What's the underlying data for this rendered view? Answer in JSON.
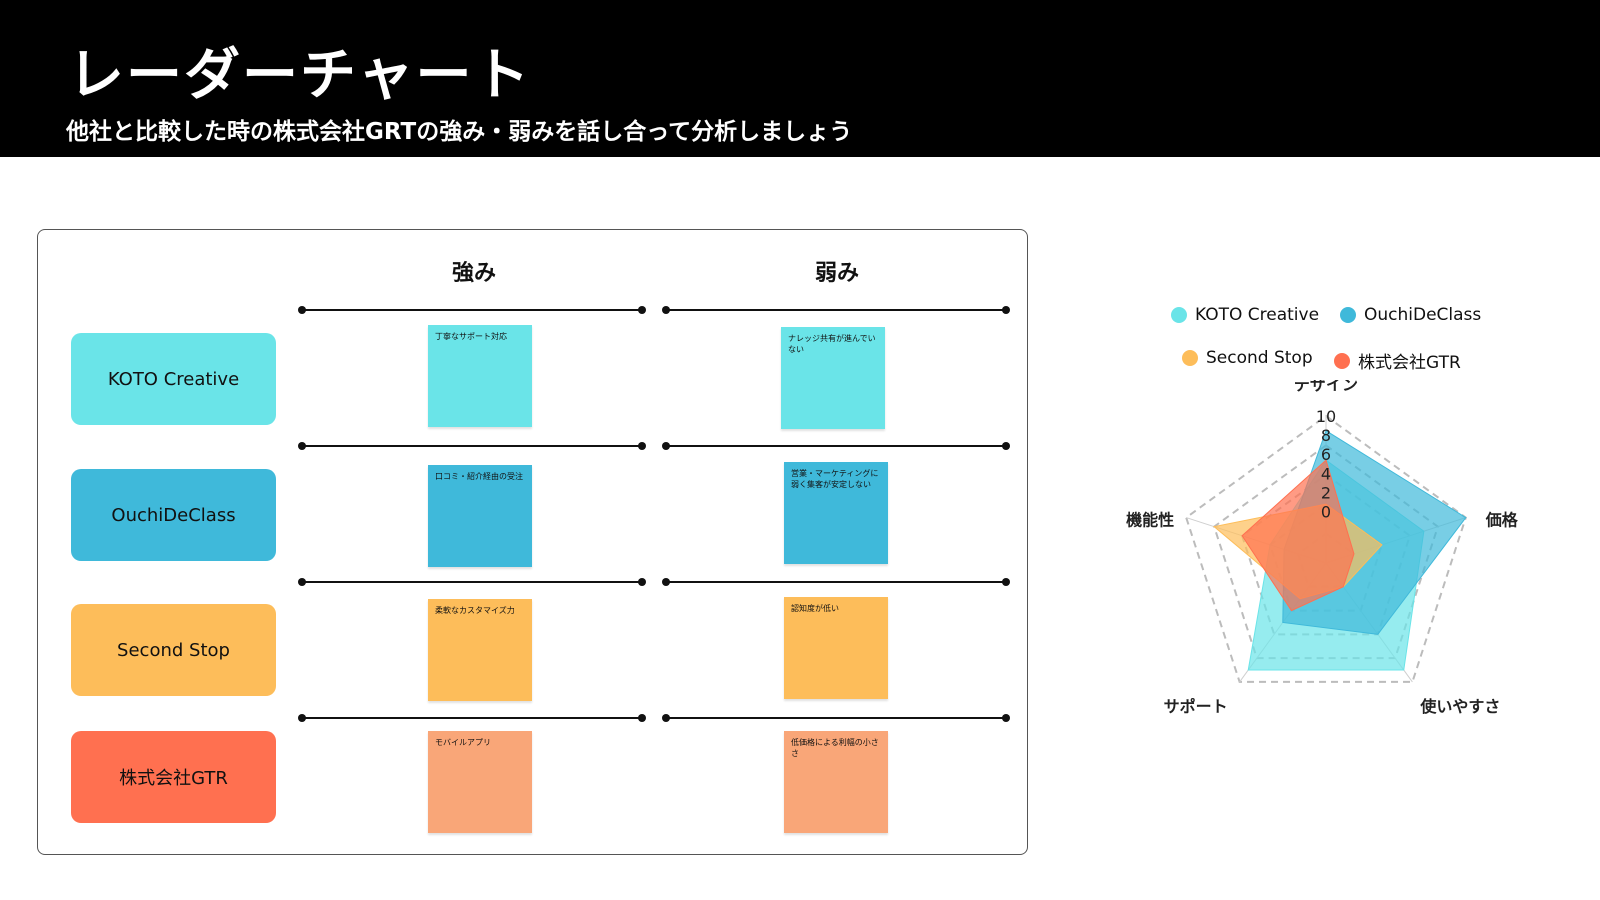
{
  "header": {
    "title": "レーダーチャート",
    "subtitle": "他社と比較した時の株式会社GRTの強み・弱みを話し合って分析しましょう"
  },
  "board": {
    "strengths_label": "強み",
    "weaknesses_label": "弱み",
    "rows": [
      {
        "company": "KOTO Creative",
        "color": "#6AE4E8",
        "strength": "丁寧なサポート対応",
        "weakness": "ナレッジ共有が進んでいない",
        "note_color": "#6AE4E8"
      },
      {
        "company": "OuchiDeClass",
        "color": "#3FB9DA",
        "strength": "口コミ・紹介経由の受注",
        "weakness": "営業・マーケティングに弱く集客が安定しない",
        "note_color": "#3FB9DA"
      },
      {
        "company": "Second Stop",
        "color": "#FDBD5A",
        "strength": "柔軟なカスタマイズ力",
        "weakness": "認知度が低い",
        "note_color": "#FDBD5A"
      },
      {
        "company": "株式会社GTR",
        "color": "#FF7050",
        "strength": "モバイルアプリ",
        "weakness": "低価格による利幅の小ささ",
        "note_color": "#F9A678"
      }
    ]
  },
  "chart_data": {
    "type": "radar",
    "axes": [
      "デザイン",
      "価格",
      "使いやすさ",
      "サポート",
      "機能性"
    ],
    "ticks": [
      "0",
      "2",
      "4",
      "6",
      "8",
      "10"
    ],
    "range": [
      0,
      10
    ],
    "legend_placement": "top",
    "series": [
      {
        "name": "KOTO Creative",
        "color": "#6AE4E8",
        "values": [
          7,
          7,
          9,
          9,
          4
        ]
      },
      {
        "name": "OuchiDeClass",
        "color": "#3FB9DA",
        "values": [
          9,
          10,
          6,
          5,
          3
        ]
      },
      {
        "name": "Second Stop",
        "color": "#FDBD5A",
        "values": [
          4,
          4,
          2,
          3,
          8
        ]
      },
      {
        "name": "株式会社GTR",
        "color": "#FF7050",
        "values": [
          7,
          2,
          2,
          4,
          6
        ]
      }
    ]
  }
}
